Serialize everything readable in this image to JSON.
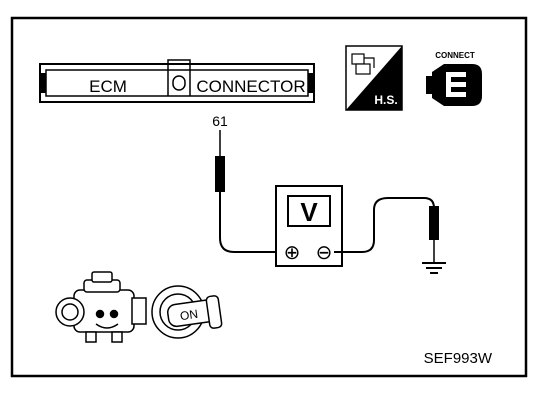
{
  "connector": {
    "ecm_label": "ECM",
    "connector_label": "CONNECTOR"
  },
  "terminal_number": "61",
  "voltmeter": {
    "symbol": "V",
    "positive": "⊕",
    "negative": "⊖"
  },
  "badges": {
    "hs_text": "H.S.",
    "connect_text": "CONNECT"
  },
  "ignition": {
    "state_text": "ON"
  },
  "figure_code": "SEF993W",
  "icons": {
    "engine": "engine-icon",
    "ignition_key": "ignition-key-icon",
    "ground": "ground-icon",
    "connector": "connector-icon",
    "service_manual": "hs-icon"
  },
  "colors": {
    "line": "#000000",
    "background": "#ffffff"
  }
}
